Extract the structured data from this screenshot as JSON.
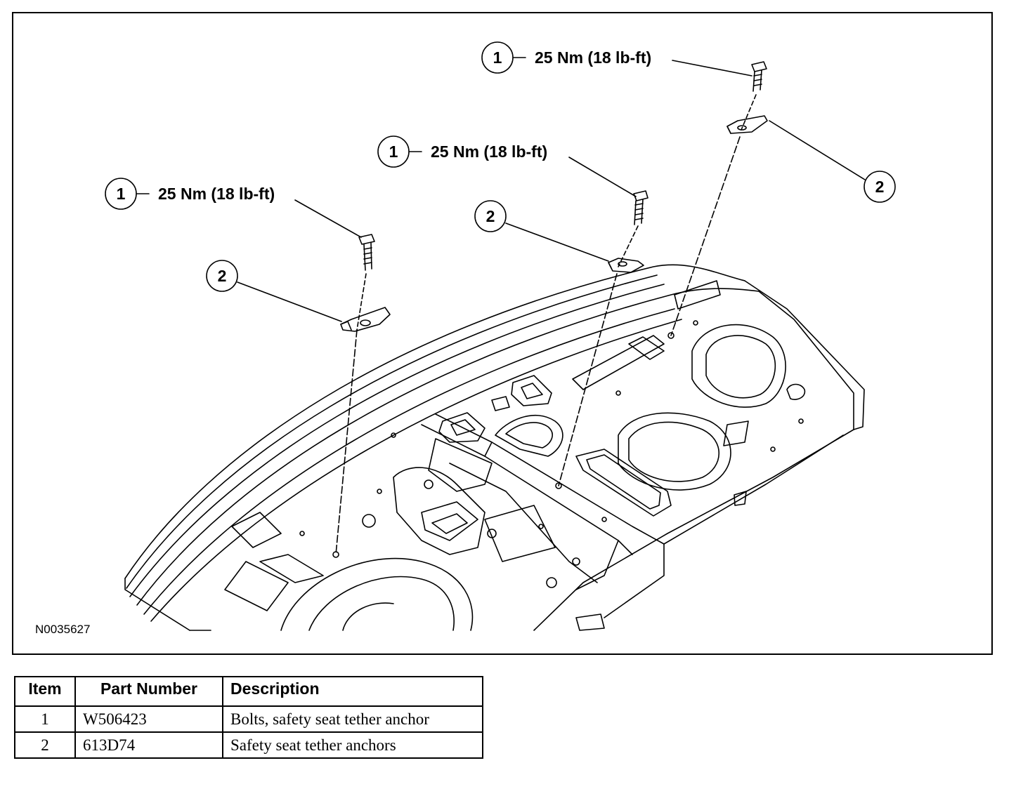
{
  "figure": {
    "reference_code": "N0035627",
    "callouts": [
      {
        "number": "1",
        "label": "25 Nm (18 lb-ft)"
      },
      {
        "number": "1",
        "label": "25 Nm (18 lb-ft)"
      },
      {
        "number": "1",
        "label": "25 Nm (18 lb-ft)"
      },
      {
        "number": "2"
      },
      {
        "number": "2"
      },
      {
        "number": "2"
      }
    ]
  },
  "legend": {
    "headers": {
      "item": "Item",
      "part_number": "Part Number",
      "description": "Description"
    },
    "rows": [
      {
        "item": "1",
        "part_number": "W506423",
        "description": "Bolts, safety seat tether anchor"
      },
      {
        "item": "2",
        "part_number": "613D74",
        "description": "Safety seat tether anchors"
      }
    ]
  },
  "colors": {
    "line": "#000000",
    "background": "#ffffff"
  }
}
